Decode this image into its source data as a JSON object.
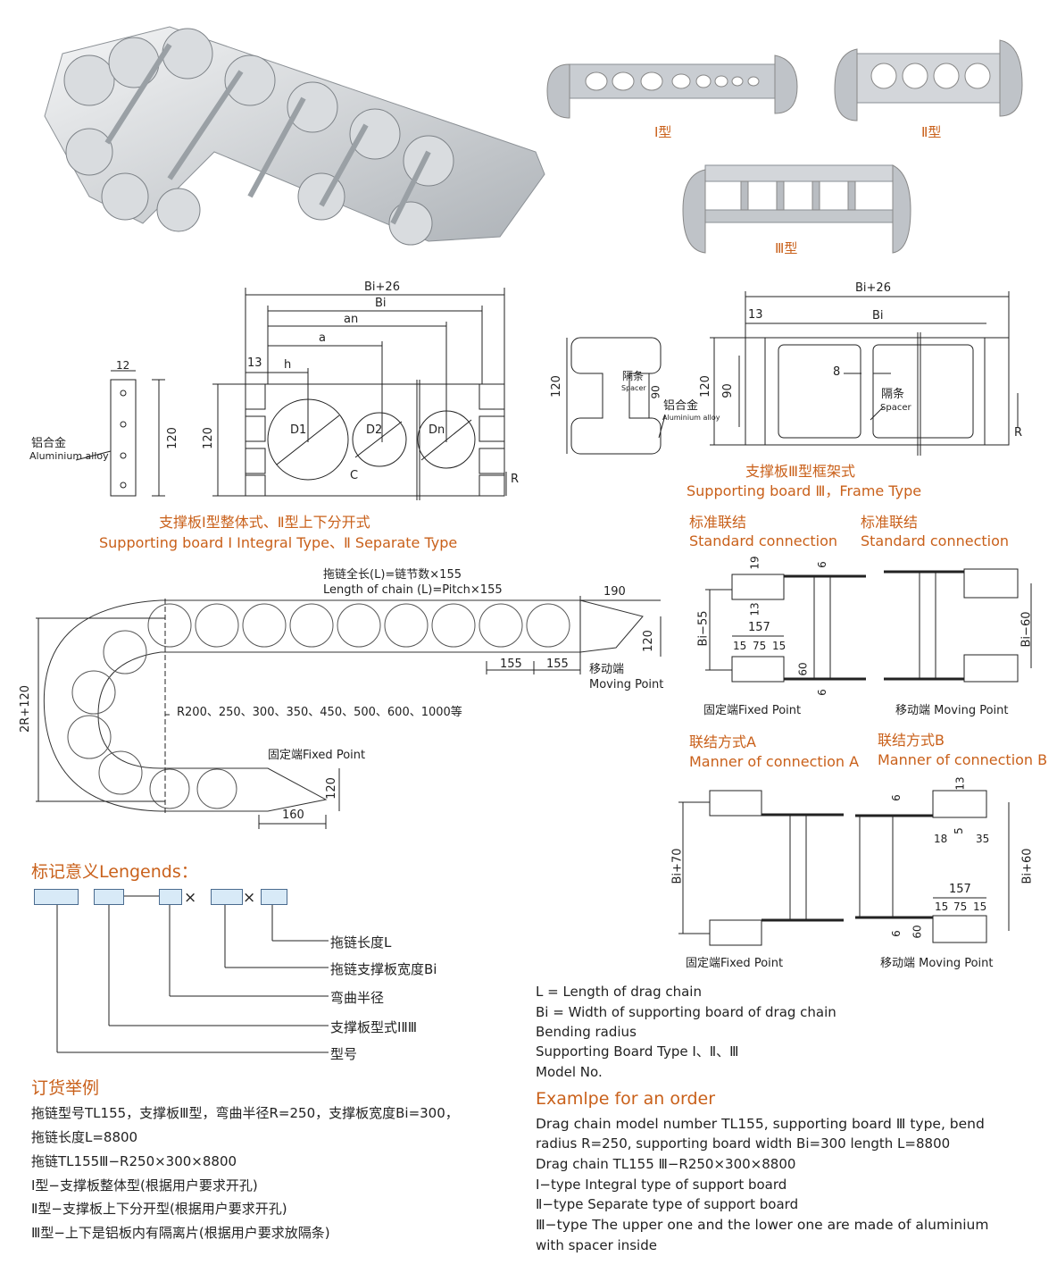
{
  "photos": {
    "type1_label": "Ⅰ型",
    "type2_label": "Ⅱ型",
    "type3_label": "Ⅲ型"
  },
  "board12": {
    "dim_12": "12",
    "dim_120": "120",
    "alloy_cn": "铝合金",
    "alloy_en": "Aluminium alloy"
  },
  "board_main": {
    "bi26": "Bi+26",
    "bi": "Bi",
    "an": "an",
    "a": "a",
    "d13": "13",
    "h": "h",
    "d120": "120",
    "D1": "D1",
    "D2": "D2",
    "Dn": "Dn",
    "C": "C",
    "R": "R",
    "caption_cn": "支撑板Ⅰ型整体式、Ⅱ型上下分开式",
    "caption_en": "Supporting board Ⅰ Integral Type、Ⅱ Separate Type"
  },
  "spacer": {
    "d120": "120",
    "d90": "90",
    "spacer_cn": "隔条",
    "spacer_en": "Spacer",
    "alloy_cn": "铝合金",
    "alloy_en": "Aluminium alloy"
  },
  "frame": {
    "bi26": "Bi+26",
    "d13": "13",
    "bi": "Bi",
    "d8": "8",
    "d120": "120",
    "d90": "90",
    "spacer_cn": "隔条",
    "spacer_en": "Spacer",
    "R": "R",
    "caption_cn": "支撑板Ⅲ型框架式",
    "caption_en": "Supporting board Ⅲ，Frame Type"
  },
  "chain": {
    "length_cn": "拖链全长(L)=链节数×155",
    "length_en": "Length of chain (L)=Pitch×155",
    "d190": "190",
    "d120a": "120",
    "d155a": "155",
    "d155b": "155",
    "moving_cn": "移动端",
    "moving_en": "Moving Point",
    "radius": "R200、250、300、350、450、500、600、1000等",
    "height": "2R+120",
    "fixed": "固定端Fixed Point",
    "d120b": "120",
    "d160": "160"
  },
  "std_conn": {
    "title1_cn": "标准联结",
    "title1_en": "Standard connection",
    "title2_cn": "标准联结",
    "title2_en": "Standard connection",
    "d19": "19",
    "d6a": "6",
    "d13": "13",
    "bi55": "Bi−55",
    "d157": "157",
    "d15a": "15",
    "d75": "75",
    "d15b": "15",
    "d60": "60",
    "d6b": "6",
    "bi60": "Bi−60",
    "fixed": "固定端Fixed Point",
    "moving": "移动端 Moving Point"
  },
  "conn_ab": {
    "titleA_cn": "联结方式A",
    "titleA_en": "Manner of connection A",
    "titleB_cn": "联结方式B",
    "titleB_en": "Manner of connection B",
    "d6a": "6",
    "d13": "13",
    "d18": "18",
    "d5": "5",
    "d35": "35",
    "bi70": "Bi+70",
    "bi60": "Bi+60",
    "d157": "157",
    "d15a": "15",
    "d75": "75",
    "d15b": "15",
    "d6b": "6",
    "d60": "60",
    "fixed": "固定端Fixed Point",
    "moving": "移动端 Moving Point"
  },
  "legend": {
    "title": "标记意义Lengends：",
    "item1": "拖链长度L",
    "item2": "拖链支撑板宽度Bi",
    "item3": "弯曲半径",
    "item4": "支撑板型式ⅠⅡⅢ",
    "item5": "型号",
    "en1": "L = Length of drag chain",
    "en2": "Bi = Width of supporting board of drag chain",
    "en3": "Bending radius",
    "en4": "Supporting Board Type Ⅰ、Ⅱ、Ⅲ",
    "en5": "Model No."
  },
  "order_cn": {
    "title": "订货举例",
    "l1": "拖链型号TL155，支撑板Ⅲ型，弯曲半径R=250，支撑板宽度Bi=300，",
    "l2": "拖链长度L=8800",
    "l3": "拖链TL155Ⅲ−R250×300×8800",
    "l4": "Ⅰ型−支撑板整体型(根据用户要求开孔)",
    "l5": "Ⅱ型−支撑板上下分开型(根据用户要求开孔)",
    "l6": "Ⅲ型−上下是铝板内有隔离片(根据用户要求放隔条)"
  },
  "order_en": {
    "title": "Examlpe for an order",
    "l1": "Drag chain model number TL155, supporting board Ⅲ type, bend",
    "l2": "radius R=250, supporting board width Bi=300 length L=8800",
    "l3": "Drag chain TL155 Ⅲ−R250×300×8800",
    "l4": "Ⅰ−type Integral type of support board",
    "l5": "Ⅱ−type Separate type of support board",
    "l6": "Ⅲ−type The upper one and the lower one are made of aluminium",
    "l7": "with spacer inside"
  }
}
